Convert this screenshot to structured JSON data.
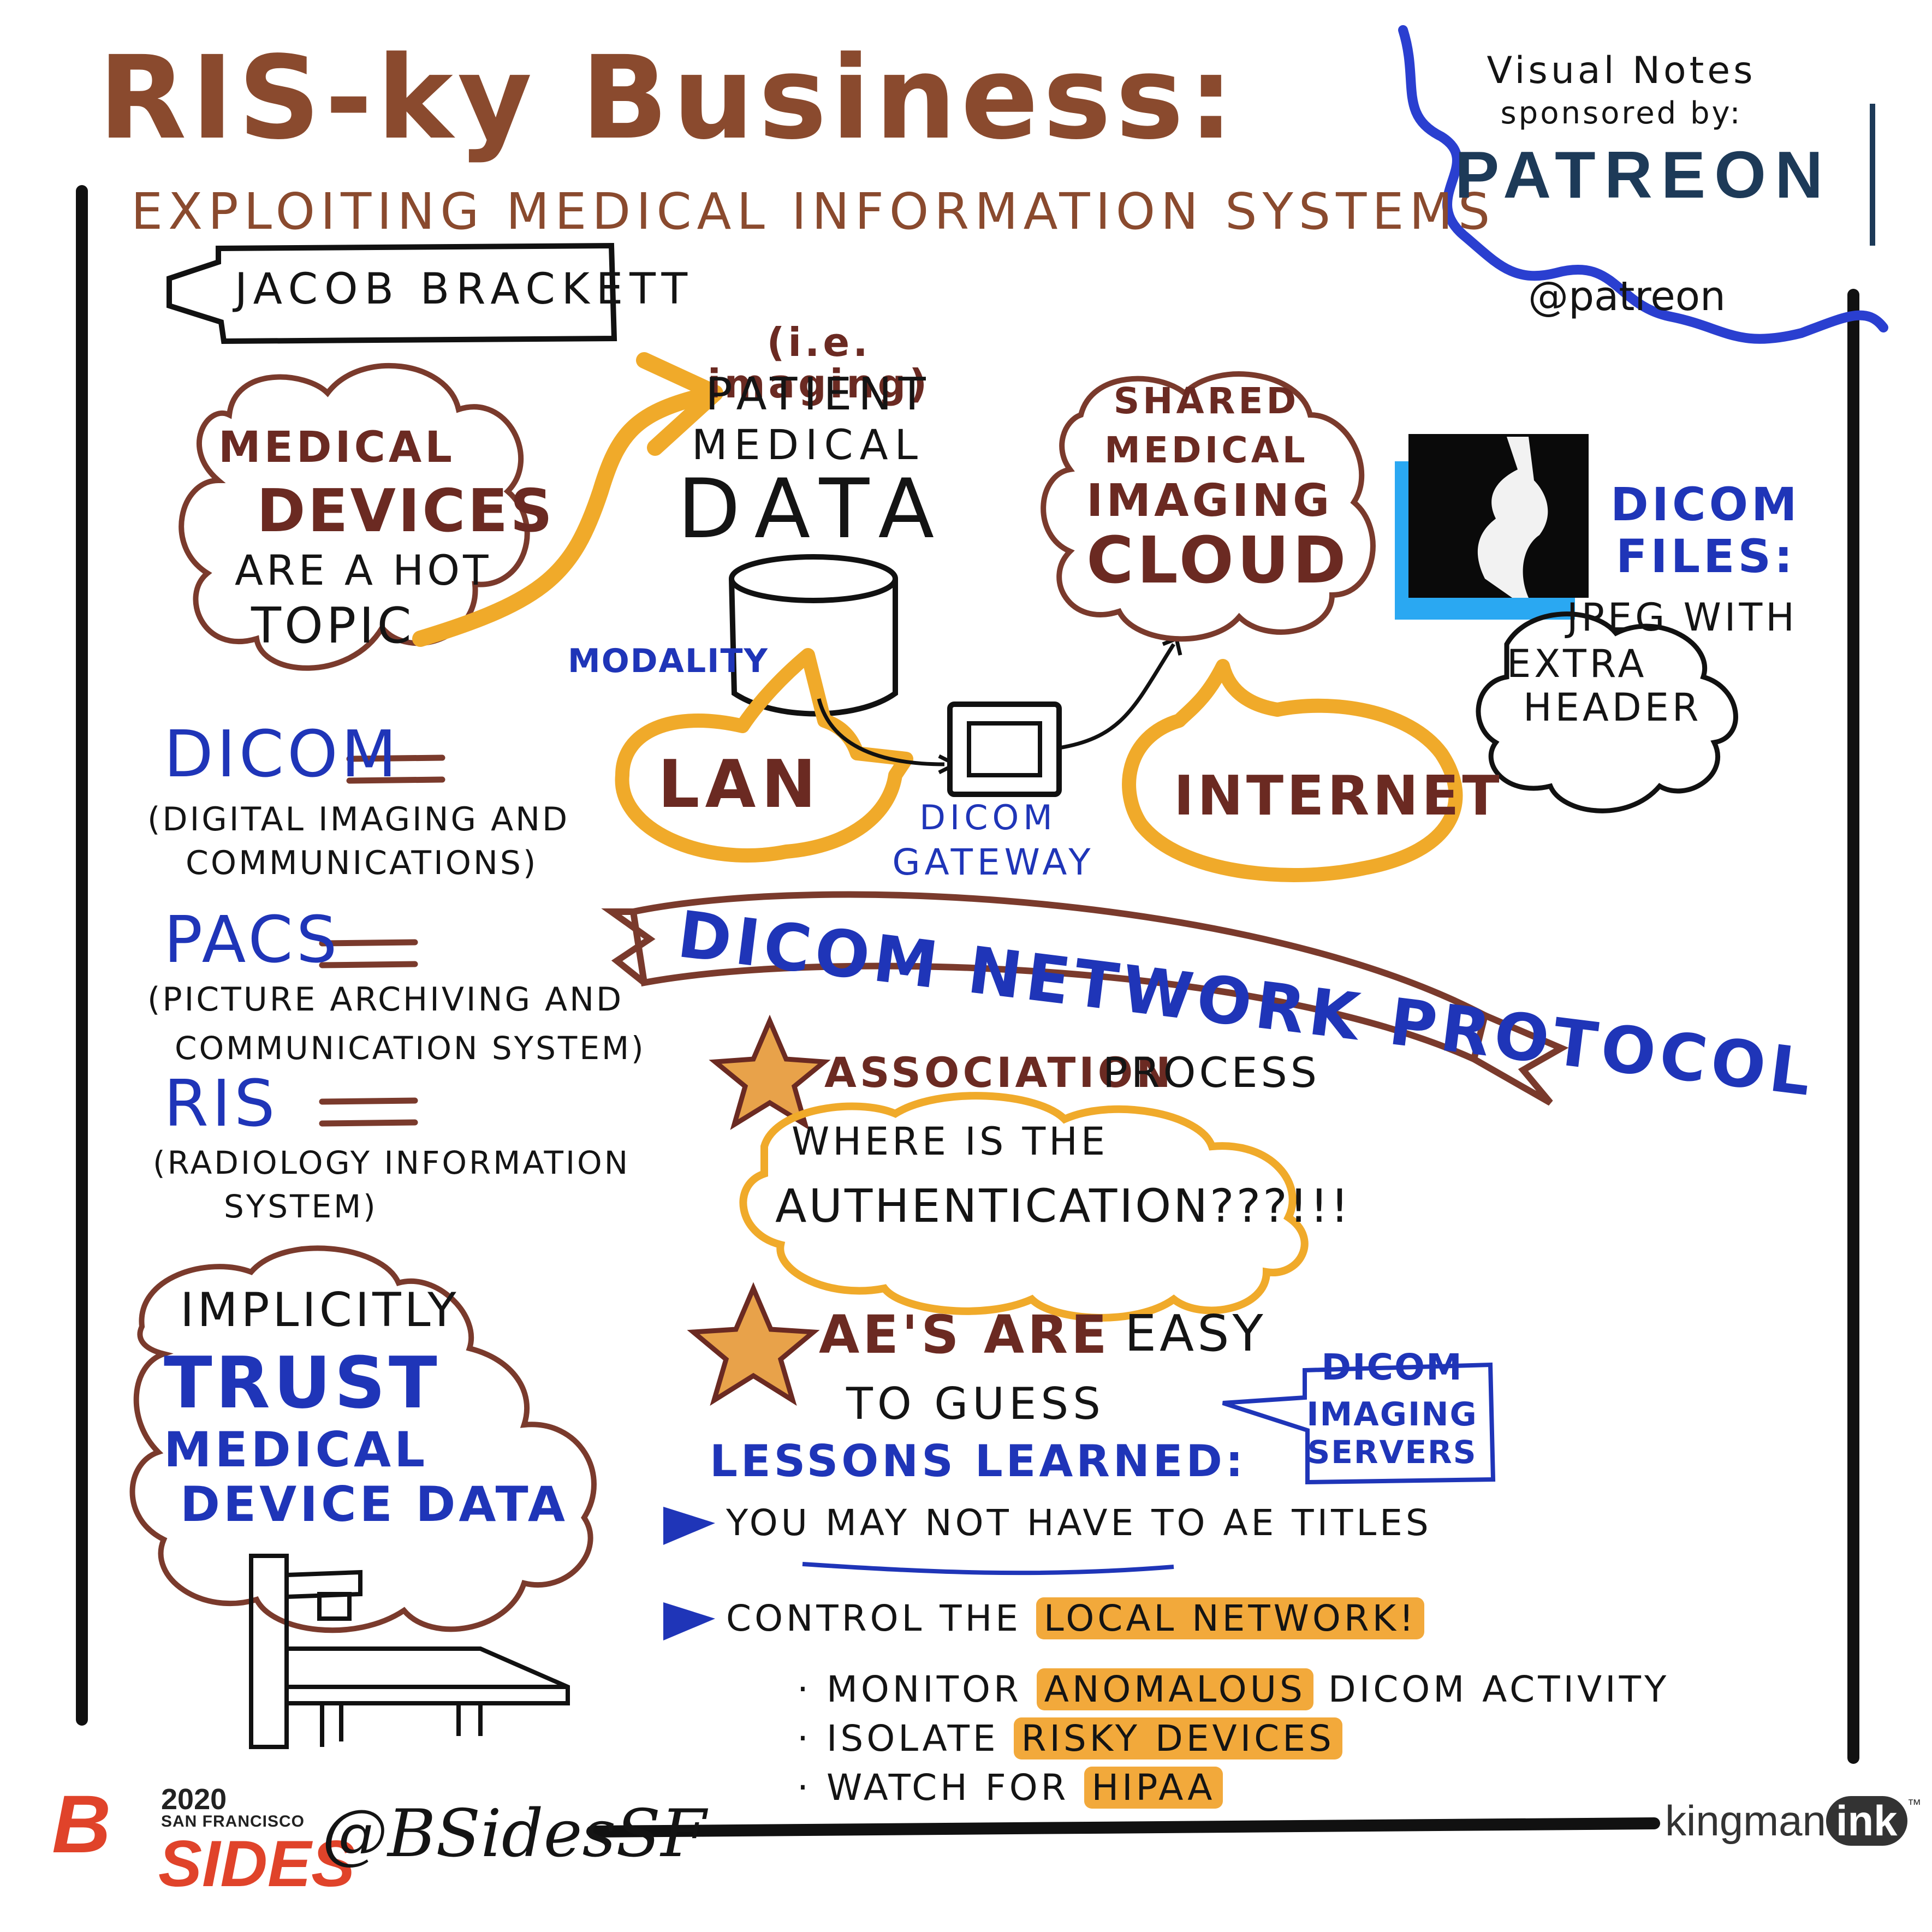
{
  "title": {
    "line1": "RIS-ky Business:",
    "line2": "Exploiting Medical Information Systems"
  },
  "speaker": "Jacob Brackett",
  "sponsor": {
    "line1": "Visual Notes",
    "line2": "sponsored by:",
    "brand": "PATREON",
    "handle": "@patreon"
  },
  "medical_devices": {
    "line1": "Medical",
    "line2": "Devices",
    "line3": "are a hot",
    "line4": "topic"
  },
  "patient_data": {
    "line1": "(i.e. imaging)",
    "line2": "Patient",
    "line3": "Medical",
    "line4": "Data"
  },
  "cloud": {
    "line1": "Shared",
    "line2": "Medical",
    "line3": "Imaging",
    "line4": "Cloud"
  },
  "dicom_files": {
    "line1": "DICOM",
    "line2": "Files:",
    "line3": "JPEG with",
    "line4": "extra",
    "line5": "header"
  },
  "network": {
    "modality": "Modality",
    "lan": "LAN",
    "gateway_line1": "DICOM",
    "gateway_line2": "Gateway",
    "internet": "Internet"
  },
  "definitions": [
    {
      "term": "DICOM",
      "line1": "(Digital imaging and",
      "line2": "communications)"
    },
    {
      "term": "PACS",
      "line1": "(Picture archiving and",
      "line2": "communication system)"
    },
    {
      "term": "RIS",
      "line1": "(Radiology information",
      "line2": "system)"
    }
  ],
  "trust": {
    "line1": "Implicitly",
    "line2": "Trust",
    "line3": "Medical",
    "line4": "Device Data"
  },
  "protocol_banner": "DICOM Network Protocol",
  "association": {
    "bold": "Association",
    "rest": "Process",
    "bubble_line1": "Where is the",
    "bubble_line2": "authentication???!!!"
  },
  "ae": {
    "bold": "AE's are",
    "rest": "easy",
    "line2": "to guess",
    "servers_line1": "DICOM",
    "servers_line2": "Imaging",
    "servers_line3": "Servers"
  },
  "lessons": {
    "title": "Lessons Learned:",
    "item1": "You may not have to AE titles",
    "item2_prefix": "Control the",
    "item2_highlight": "Local Network!",
    "sub": [
      {
        "prefix": "· Monitor",
        "highlight": "anomalous",
        "suffix": "DICOM activity"
      },
      {
        "prefix": "· Isolate",
        "highlight": "risky devices",
        "suffix": ""
      },
      {
        "prefix": "· Watch for",
        "highlight": "HIPAA",
        "suffix": ""
      }
    ]
  },
  "footer": {
    "year": "2020",
    "city": "SAN FRANCISCO",
    "logo_b": "B",
    "logo_sides": "SIDES",
    "handle": "@BSidesSF",
    "brand_prefix": "kingman",
    "brand_suffix": "ink",
    "tm": "™"
  }
}
